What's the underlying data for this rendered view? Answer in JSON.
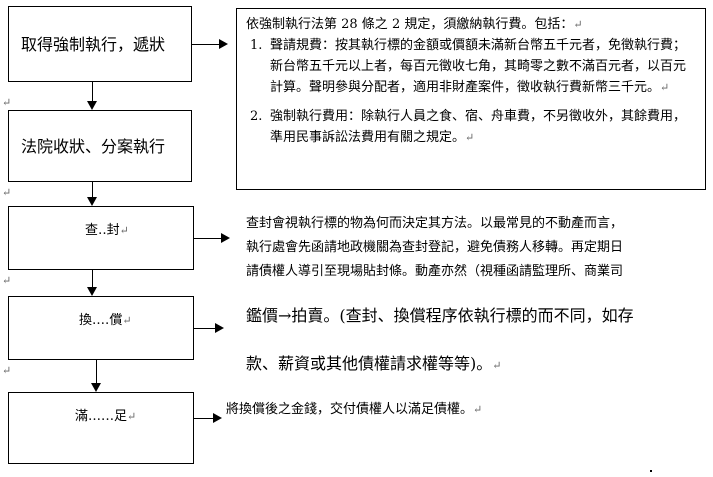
{
  "steps": {
    "s1": "取得強制執行，遞狀",
    "s2": "法院收狀、分案執行",
    "s3": "查‥封",
    "s4": "換‥‥償",
    "s5": "滿‥‥‥足"
  },
  "fee_box": {
    "intro": "依強制執行法第 28 條之 2 規定，須繳納執行費。包括：",
    "items": [
      {
        "num": "1.",
        "text": "聲請規費：按其執行標的金額或價額未滿新台幣五千元者，免徵執行費；新台幣五千元以上者，每百元徵收七角，其畸零之數不滿百元者，以百元計算。聲明參與分配者，適用非財產案件，徵收執行費新幣三千元。"
      },
      {
        "num": "2.",
        "text": "強制執行費用：除執行人員之食、宿、舟車費，不另徵收外，其餘費用，準用民事訴訟法費用有關之規定。"
      }
    ]
  },
  "seizure_desc": [
    "查封會視執行標的物為何而決定其方法。以最常見的不動產而言，",
    "執行處會先函請地政機關為查封登記，避免債務人移轉。再定期日",
    "請債權人導引至現場貼封條。動產亦然（視種函請監理所、商業司"
  ],
  "auction_desc": [
    "鑑價→拍賣。(查封、換償程序依執行標的而不同，如存",
    "款、薪資或其他債權請求權等等)。"
  ],
  "satisfy_desc": "將換償後之金錢，交付債權人以滿足債權。",
  "marks": {
    "para": "↵"
  }
}
